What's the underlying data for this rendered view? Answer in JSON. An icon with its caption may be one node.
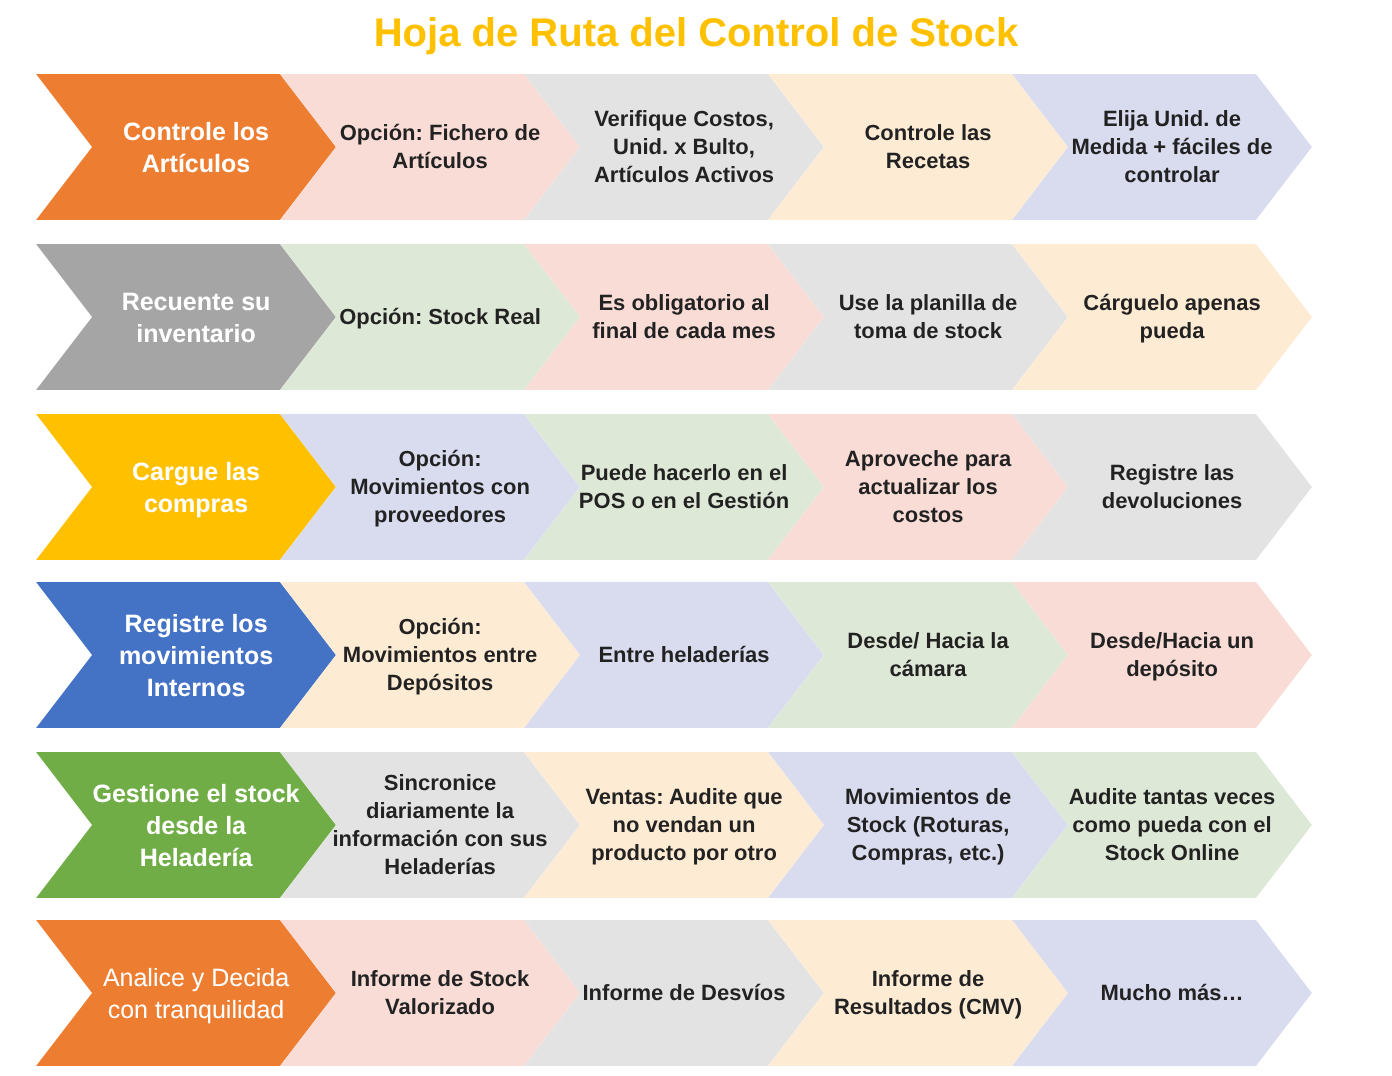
{
  "diagram": {
    "title": "Hoja de Ruta del Control de Stock",
    "nodes": [
      {
        "text": [
          "Controle los Artículos"
        ]
      },
      {
        "text": [
          "Opción: Fichero de Artículos"
        ]
      },
      {
        "text": [
          "Verifique Costos, Unid. x Bulto, Artículos Activos"
        ]
      },
      {
        "text": [
          "Controle las Recetas"
        ]
      },
      {
        "text": [
          "Elija Unid. de Medida + fáciles de controlar"
        ]
      },
      {
        "text": [
          "Recuente su inventario"
        ]
      },
      {
        "text": [
          "Opción: Stock Real"
        ]
      },
      {
        "text": [
          "Es obligatorio al final de cada mes"
        ]
      },
      {
        "text": [
          "Use la planilla de toma de stock"
        ]
      },
      {
        "text": [
          "Cárguelo apenas pueda"
        ]
      },
      {
        "text": [
          "Cargue las compras"
        ]
      },
      {
        "text": [
          "Opción: Movimientos con proveedores"
        ]
      },
      {
        "text": [
          "Puede hacerlo en el POS o en el Gestión"
        ]
      },
      {
        "text": [
          "Aproveche para actualizar los costos"
        ]
      },
      {
        "text": [
          "Registre las devoluciones"
        ]
      },
      {
        "text": [
          "Registre los movimientos Internos"
        ]
      },
      {
        "text": [
          "Opción: Movimientos entre Depósitos"
        ]
      },
      {
        "text": [
          "Entre heladerías"
        ]
      },
      {
        "text": [
          "Desde/ Hacia la cámara"
        ]
      },
      {
        "text": [
          "Desde/Hacia un depósito"
        ]
      },
      {
        "text": [
          "Gestione el stock  desde la Heladería"
        ]
      },
      {
        "text": [
          "Sincronice diariamente  la información con sus Heladerías"
        ]
      },
      {
        "text": [
          "Ventas: Audite que no vendan un producto por otro"
        ]
      },
      {
        "text": [
          "Movimientos de Stock (Roturas, Compras, etc.)"
        ]
      },
      {
        "text": [
          "Audite tantas veces como pueda con el Stock Online"
        ]
      },
      {
        "text": [
          "Analice y Decida con tranquilidad"
        ]
      },
      {
        "text": [
          "Informe de Stock Valorizado"
        ]
      },
      {
        "text": [
          "Informe de Desvíos"
        ]
      },
      {
        "text": [
          "Informe de Resultados (CMV)"
        ]
      },
      {
        "text": [
          "Mucho más…"
        ]
      }
    ]
  }
}
